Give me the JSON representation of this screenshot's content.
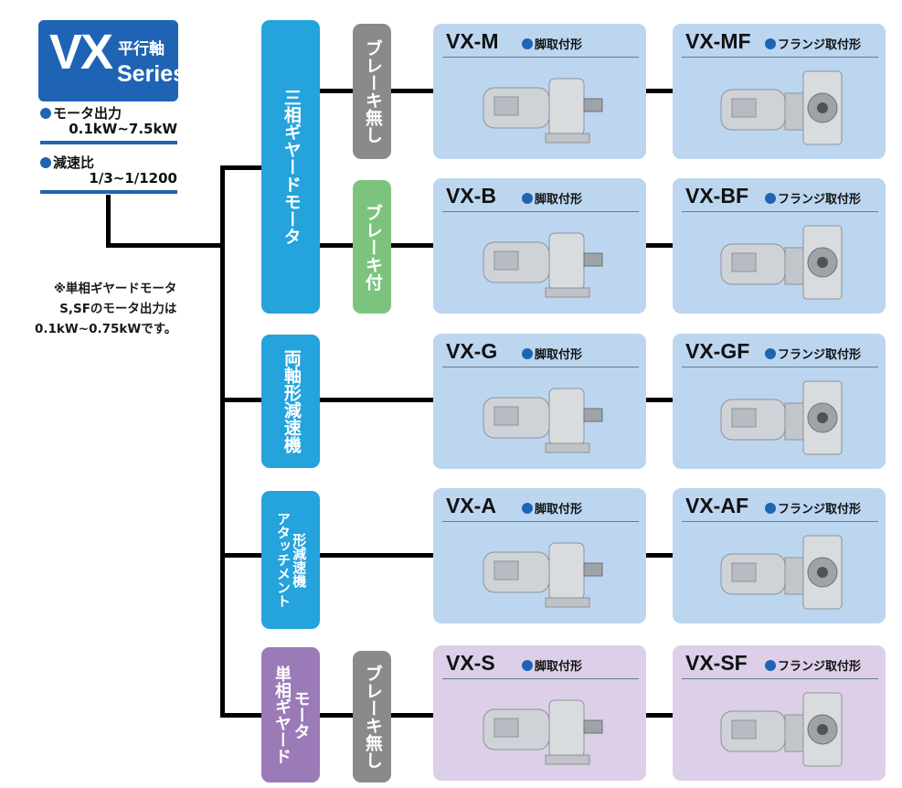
{
  "logo": {
    "big": "VX",
    "jp": "平行軸",
    "series": "Series"
  },
  "specs": [
    {
      "label": "モータ出力",
      "value": "0.1kW~7.5kW"
    },
    {
      "label": "減速比",
      "value": "1/3~1/1200"
    }
  ],
  "note": [
    "※単相ギヤードモータ",
    "S,SFのモータ出力は",
    "0.1kW~0.75kWです。"
  ],
  "categories": [
    {
      "label": "三相ギヤードモータ",
      "color": "#24a3dc"
    },
    {
      "label": "両軸形減速機",
      "color": "#24a3dc"
    },
    {
      "label": "アタッチメント形減速機",
      "color": "#24a3dc",
      "lines": [
        "アタッチメント",
        "形減速機"
      ]
    },
    {
      "label": "単相ギヤードモータ",
      "color": "#9b7ab8",
      "lines": [
        "単相ギヤード",
        "モータ"
      ]
    }
  ],
  "brakes": [
    {
      "label": "ブレーキ無し",
      "color": "#8a8a8a"
    },
    {
      "label": "ブレーキ付",
      "color": "#7cc47e"
    },
    {
      "label": "ブレーキ無し",
      "color": "#8a8a8a"
    }
  ],
  "products": [
    {
      "model": "VX-M",
      "mount": "脚取付形",
      "theme": "blue"
    },
    {
      "model": "VX-MF",
      "mount": "フランジ取付形",
      "theme": "blue"
    },
    {
      "model": "VX-B",
      "mount": "脚取付形",
      "theme": "blue"
    },
    {
      "model": "VX-BF",
      "mount": "フランジ取付形",
      "theme": "blue"
    },
    {
      "model": "VX-G",
      "mount": "脚取付形",
      "theme": "blue"
    },
    {
      "model": "VX-GF",
      "mount": "フランジ取付形",
      "theme": "blue"
    },
    {
      "model": "VX-A",
      "mount": "脚取付形",
      "theme": "blue"
    },
    {
      "model": "VX-AF",
      "mount": "フランジ取付形",
      "theme": "blue"
    },
    {
      "model": "VX-S",
      "mount": "脚取付形",
      "theme": "purple"
    },
    {
      "model": "VX-SF",
      "mount": "フランジ取付形",
      "theme": "purple"
    }
  ],
  "colors": {
    "brand_blue": "#1f64b4",
    "card_blue": "#bcd6f0",
    "card_purple": "#dccfe7"
  },
  "icons": {
    "foot": "foot-mount-gearmotor-photo",
    "flange": "flange-mount-gearmotor-photo"
  }
}
